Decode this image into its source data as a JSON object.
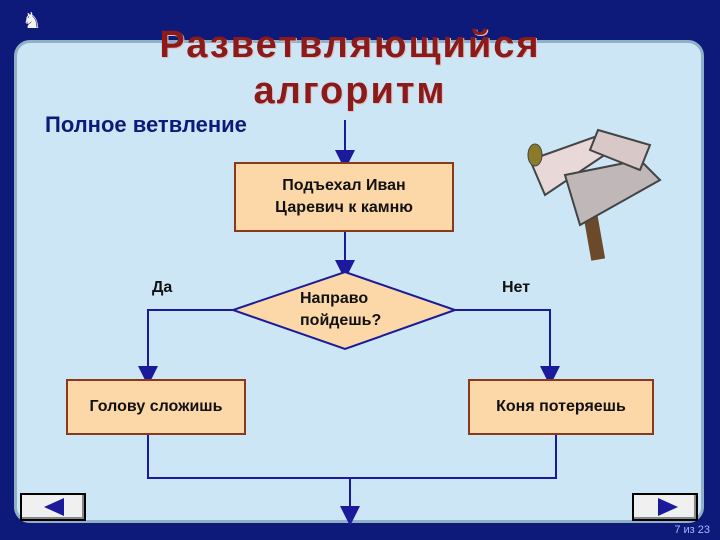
{
  "title": "Разветвляющийся алгоритм",
  "subtitle": "Полное ветвление",
  "flowchart": {
    "start_box": "Подъехал Иван\nЦаревич к камню",
    "decision": "Направо\nпойдешь?",
    "yes_label": "Да",
    "no_label": "Нет",
    "yes_box": "Голову сложишь",
    "no_box": "Коня потеряешь"
  },
  "navigation": {
    "prev_icon": "left-arrow-icon",
    "next_icon": "right-arrow-icon"
  },
  "page_indicator": "7 из 23",
  "colors": {
    "background": "#0e1a7a",
    "panel": "#cde6f5",
    "title": "#8b1a1a",
    "box_fill": "#fcd7a8",
    "lines": "#1a1a9a"
  }
}
